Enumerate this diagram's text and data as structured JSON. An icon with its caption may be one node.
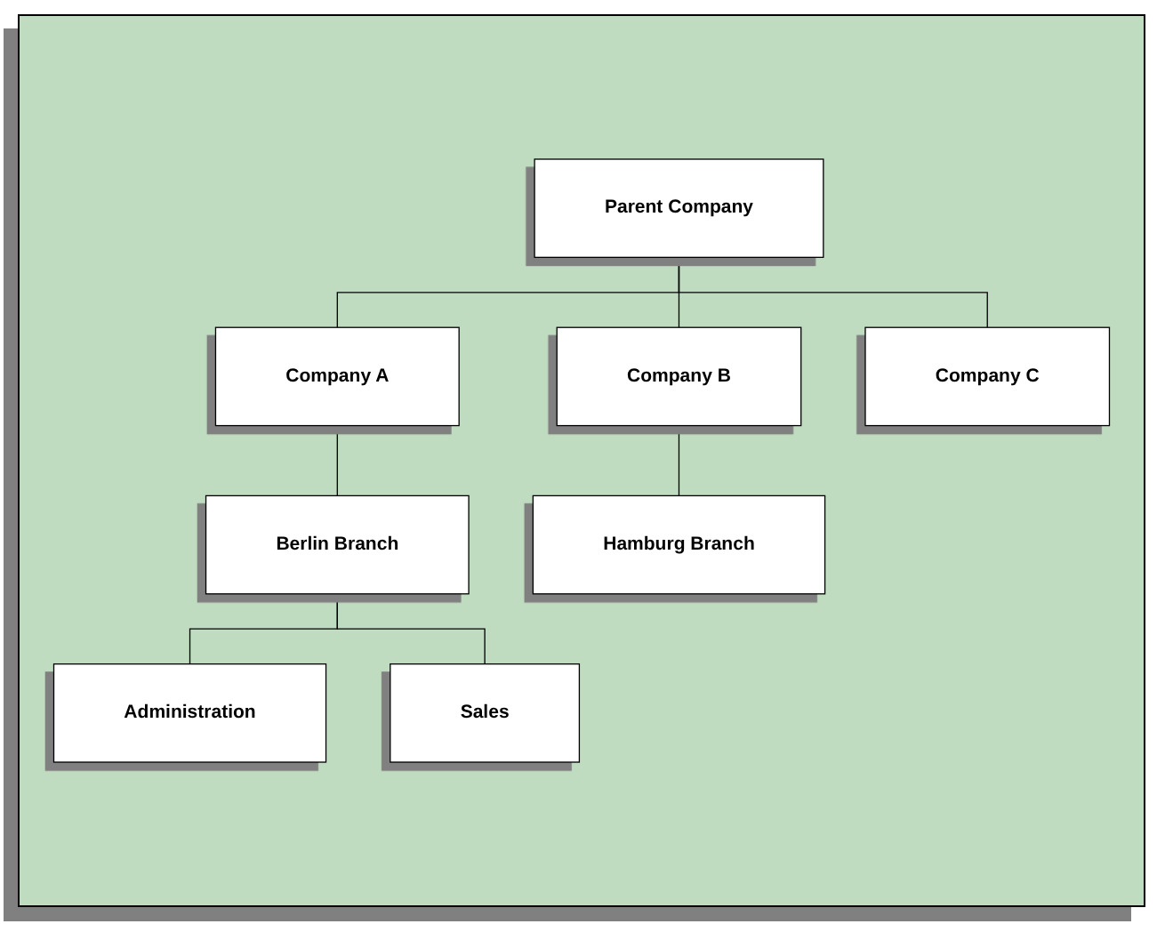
{
  "diagram": {
    "nodes": [
      {
        "text": [
          "Parent Company"
        ]
      },
      {
        "text": [
          "Company A"
        ]
      },
      {
        "text": [
          "Company B"
        ]
      },
      {
        "text": [
          "Company C"
        ]
      },
      {
        "text": [
          "Berlin Branch"
        ]
      },
      {
        "text": [
          "Hamburg Branch"
        ]
      },
      {
        "text": [
          "Administration"
        ]
      },
      {
        "text": [
          "Sales"
        ]
      }
    ],
    "edges": [
      {
        "from": 0,
        "to": 1,
        "arrow": "none"
      },
      {
        "from": 0,
        "to": 2,
        "arrow": "none"
      },
      {
        "from": 0,
        "to": 3,
        "arrow": "none"
      },
      {
        "from": 1,
        "to": 4,
        "arrow": "none"
      },
      {
        "from": 2,
        "to": 5,
        "arrow": "none"
      },
      {
        "from": 4,
        "to": 6,
        "arrow": "none"
      },
      {
        "from": 4,
        "to": 7,
        "arrow": "none"
      }
    ]
  }
}
